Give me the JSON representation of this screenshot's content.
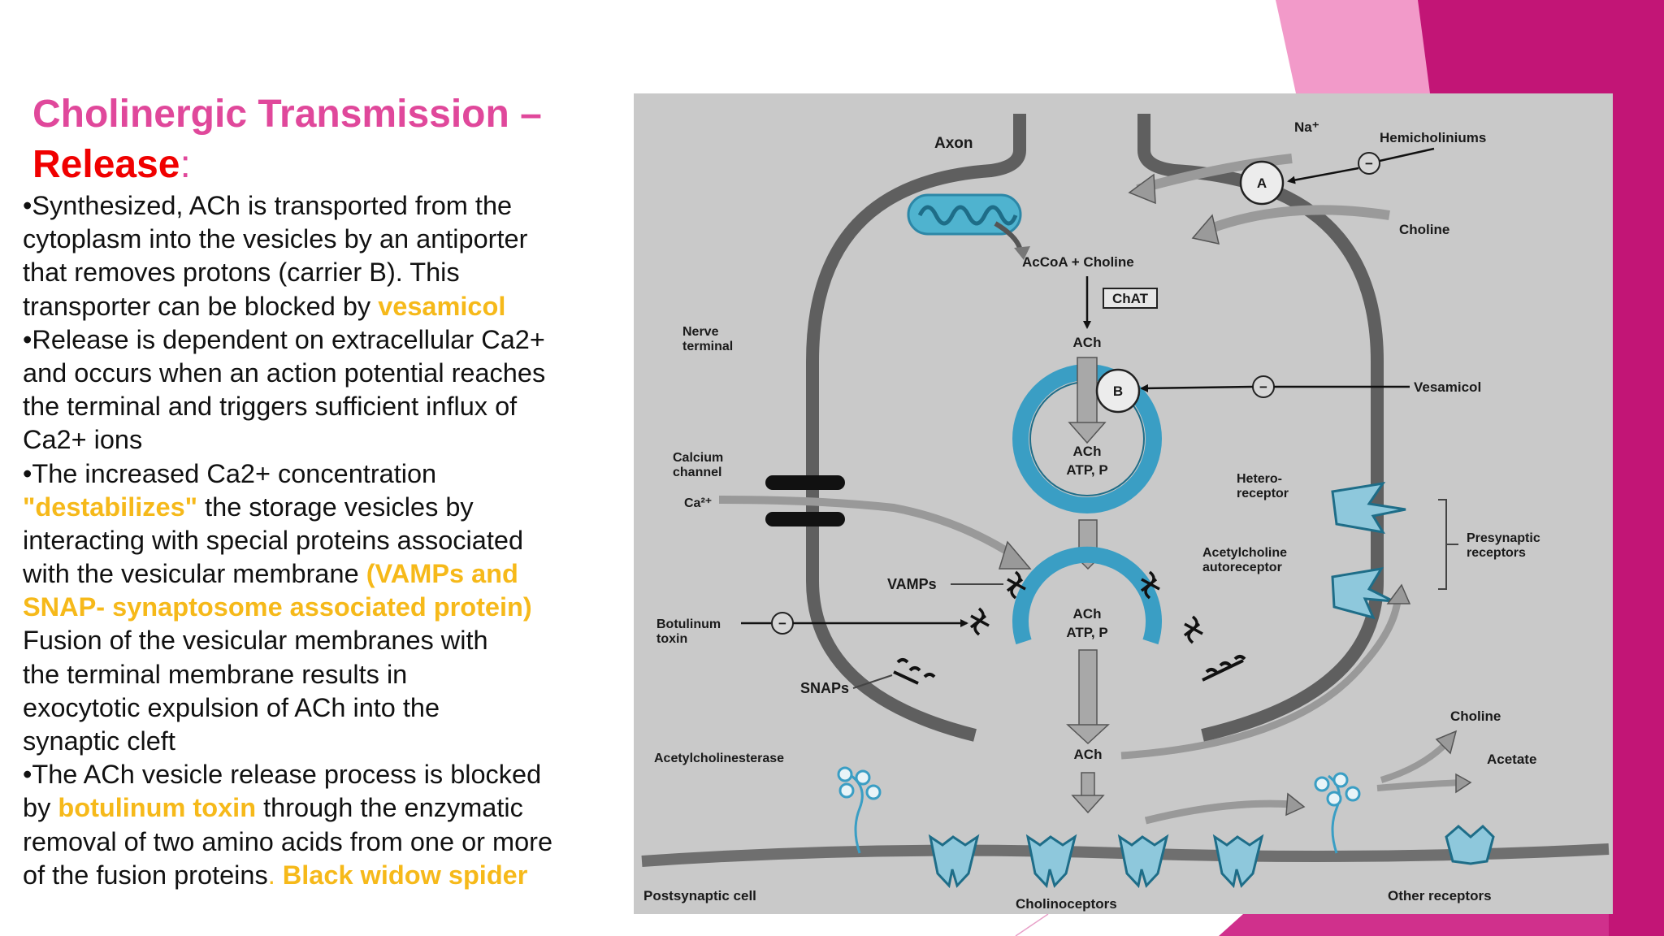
{
  "slide": {
    "title_part1": "Cholinergic Transmission –",
    "title_part2": "Release",
    "title_colon": ":"
  },
  "body": {
    "l1": "•Synthesized, ACh is transported from the",
    "l2": "cytoplasm into the vesicles by an antiporter",
    "l3": "that removes protons (carrier B). This",
    "l4a": "transporter  can be blocked by ",
    "l4b": "vesamicol",
    "l5": "•Release is dependent on extracellular Ca2+",
    "l6": "and occurs when an action potential reaches",
    "l7": "the terminal and triggers sufficient influx of",
    "l8": "Ca2+  ions",
    "l9": "•The increased Ca2+ concentration",
    "l10a": "\"destabilizes\"",
    "l10b": " the storage vesicles by",
    "l11": "interacting with special proteins associated",
    "l12a": "with the vesicular membrane ",
    "l12b": "(VAMPs and",
    "l13": "SNAP-  synaptosome associated protein)",
    "l14": "Fusion of the vesicular membranes with",
    "l15": "the terminal membrane results in",
    "l16": "exocytotic  expulsion of ACh into the",
    "l17": "synaptic cleft",
    "l18": "•The ACh vesicle release process is blocked",
    "l19a": "by ",
    "l19b": "botulinum toxin",
    "l19c": " through the enzymatic",
    "l20": "removal of two amino acids from one or more",
    "l21a": "of the  fusion proteins",
    "l21b": ". ",
    "l21c": "Black widow spider"
  },
  "diagram": {
    "axon": "Axon",
    "na": "Na⁺",
    "hemicholiniums": "Hemicholiniums",
    "carrier_a": "A",
    "choline_top": "Choline",
    "accoa": "AcCoA + Choline",
    "chat": "ChAT",
    "nerve_terminal_1": "Nerve",
    "nerve_terminal_2": "terminal",
    "ach_1": "ACh",
    "carrier_b": "B",
    "vesamicol": "Vesamicol",
    "ves_ach": "ACh",
    "ves_atp": "ATP, P",
    "calcium_1": "Calcium",
    "calcium_2": "channel",
    "ca": "Ca²⁺",
    "hetero_1": "Hetero-",
    "hetero_2": "receptor",
    "presyn_1": "Presynaptic",
    "presyn_2": "receptors",
    "autorec_1": "Acetylcholine",
    "autorec_2": "autoreceptor",
    "vamps": "VAMPs",
    "fused_ach": "ACh",
    "fused_atp": "ATP, P",
    "botulinum_1": "Botulinum",
    "botulinum_2": "toxin",
    "snaps": "SNAPs",
    "choline_bottom": "Choline",
    "acetate": "Acetate",
    "ache": "Acetylcholinesterase",
    "ach_cleft": "ACh",
    "postsynaptic": "Postsynaptic cell",
    "cholinoceptors": "Cholinoceptors",
    "other_receptors": "Other receptors",
    "minus": "−"
  },
  "colors": {
    "title_pink": "#e0489b",
    "title_red": "#f00000",
    "highlight": "#f6b91a",
    "diagram_bg": "#c9c9c9",
    "membrane": "#5f5f5f",
    "vesicle_blue": "#3a9ec4",
    "receptor_blue": "#8ec8dc",
    "deco_magenta": "#c21576",
    "deco_pink": "#f29ac9"
  }
}
